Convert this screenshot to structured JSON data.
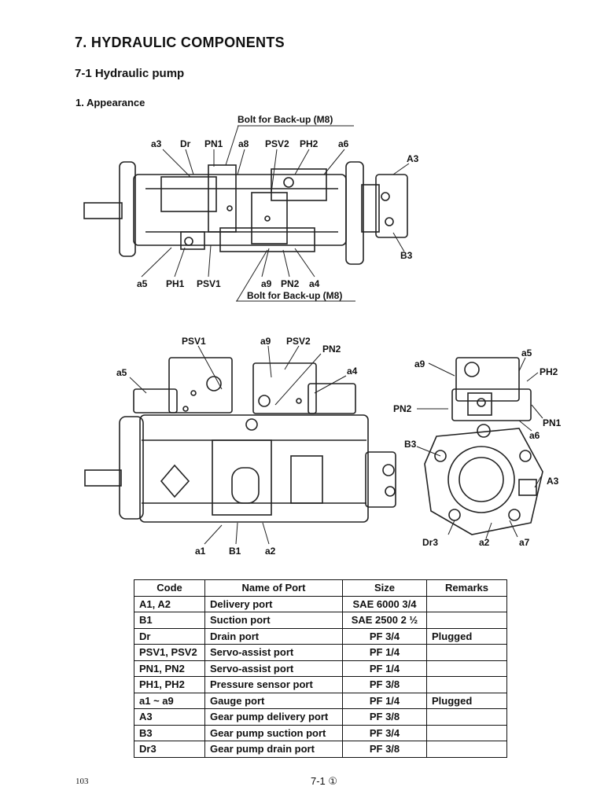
{
  "header": {
    "chapter": "7. HYDRAULIC COMPONENTS",
    "section": "7-1   Hydraulic pump",
    "subsection": "1. Appearance"
  },
  "figure_top": {
    "labels": {
      "bolt_top": "Bolt for Back-up (M8)",
      "a3": "a3",
      "dr": "Dr",
      "pn1": "PN1",
      "a8": "a8",
      "psv2": "PSV2",
      "ph2": "PH2",
      "a6": "a6",
      "A3": "A3",
      "B3": "B3",
      "a5": "a5",
      "ph1": "PH1",
      "psv1": "PSV1",
      "a9": "a9",
      "pn2": "PN2",
      "a4": "a4",
      "bolt_bottom": "Bolt for Back-up (M8)"
    }
  },
  "figure_side": {
    "labels": {
      "psv1": "PSV1",
      "a9": "a9",
      "psv2": "PSV2",
      "pn2": "PN2",
      "a5": "a5",
      "a4": "a4",
      "a1": "a1",
      "b1": "B1",
      "a2": "a2"
    }
  },
  "figure_end": {
    "labels": {
      "a9": "a9",
      "a5": "a5",
      "ph2": "PH2",
      "pn2": "PN2",
      "pn1": "PN1",
      "a6": "a6",
      "b3": "B3",
      "a3": "A3",
      "dr3": "Dr3",
      "a2": "a2",
      "a7": "a7"
    }
  },
  "port_table": {
    "headers": [
      "Code",
      "Name of Port",
      "Size",
      "Remarks"
    ],
    "rows": [
      {
        "code": "A1, A2",
        "name": "Delivery port",
        "size": "SAE 6000  3/4",
        "remarks": ""
      },
      {
        "code": "B1",
        "name": "Suction port",
        "size": "SAE 2500  2 ½",
        "remarks": ""
      },
      {
        "code": "Dr",
        "name": "Drain port",
        "size": "PF 3/4",
        "remarks": "Plugged"
      },
      {
        "code": "PSV1, PSV2",
        "name": "Servo-assist port",
        "size": "PF 1/4",
        "remarks": ""
      },
      {
        "code": "PN1, PN2",
        "name": "Servo-assist port",
        "size": "PF 1/4",
        "remarks": ""
      },
      {
        "code": "PH1, PH2",
        "name": "Pressure sensor port",
        "size": "PF 3/8",
        "remarks": ""
      },
      {
        "code": "a1 ~ a9",
        "name": "Gauge port",
        "size": "PF 1/4",
        "remarks": "Plugged"
      },
      {
        "code": "A3",
        "name": "Gear pump delivery port",
        "size": "PF 3/8",
        "remarks": ""
      },
      {
        "code": "B3",
        "name": "Gear pump suction port",
        "size": "PF 3/4",
        "remarks": ""
      },
      {
        "code": "Dr3",
        "name": "Gear pump drain port",
        "size": "PF 3/8",
        "remarks": ""
      }
    ]
  },
  "footer": {
    "page_number": "103",
    "page_code": "7-1 ①"
  }
}
